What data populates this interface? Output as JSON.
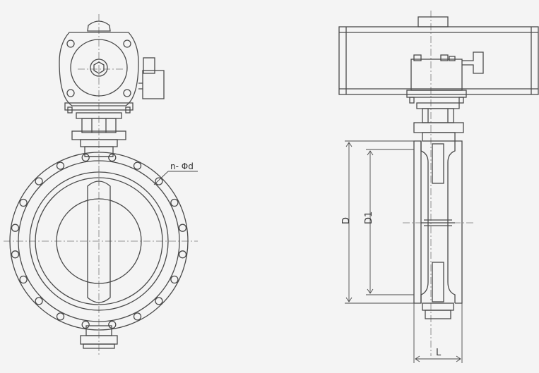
{
  "labels": {
    "bolt_holes": "n- Φd",
    "outer_diameter": "D",
    "bolt_circle_diameter": "D1",
    "face_to_face_length": "L"
  },
  "colors": {
    "line": "#4a4a4a",
    "centerline": "#777777",
    "background": "#f4f4f4"
  }
}
